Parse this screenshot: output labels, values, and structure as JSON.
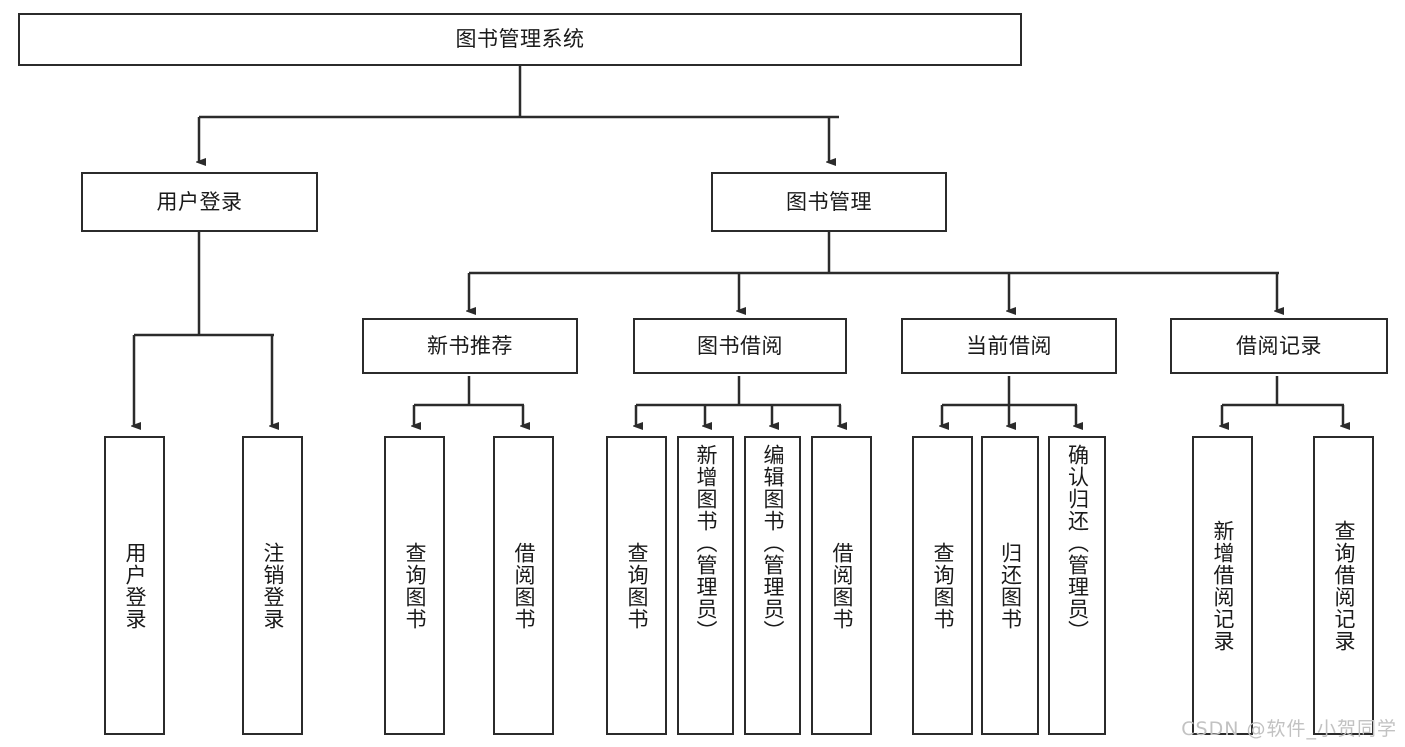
{
  "diagram": {
    "type": "hierarchy-tree",
    "title": "图书管理系统",
    "root": {
      "label": "图书管理系统"
    },
    "level2": [
      {
        "label": "用户登录"
      },
      {
        "label": "图书管理"
      }
    ],
    "level3": [
      {
        "label": "新书推荐"
      },
      {
        "label": "图书借阅"
      },
      {
        "label": "当前借阅"
      },
      {
        "label": "借阅记录"
      }
    ],
    "leaves": {
      "user_login": [
        {
          "label": "用户登录"
        },
        {
          "label": "注销登录"
        }
      ],
      "new_book_recommend": [
        {
          "label": "查询图书"
        },
        {
          "label": "借阅图书"
        }
      ],
      "book_borrow": [
        {
          "label": "查询图书"
        },
        {
          "label": "新增图书（管理员）"
        },
        {
          "label": "编辑图书（管理员）"
        },
        {
          "label": "借阅图书"
        }
      ],
      "current_borrow": [
        {
          "label": "查询图书"
        },
        {
          "label": "归还图书"
        },
        {
          "label": "确认归还（管理员）"
        }
      ],
      "borrow_record": [
        {
          "label": "新增借阅记录"
        },
        {
          "label": "查询借阅记录"
        }
      ]
    }
  },
  "watermark": {
    "text": "CSDN @软件_小贺同学"
  },
  "colors": {
    "stroke": "#2b2b2b",
    "text": "#1a1a1a",
    "background": "#ffffff",
    "watermark": "#c2c2c2"
  }
}
